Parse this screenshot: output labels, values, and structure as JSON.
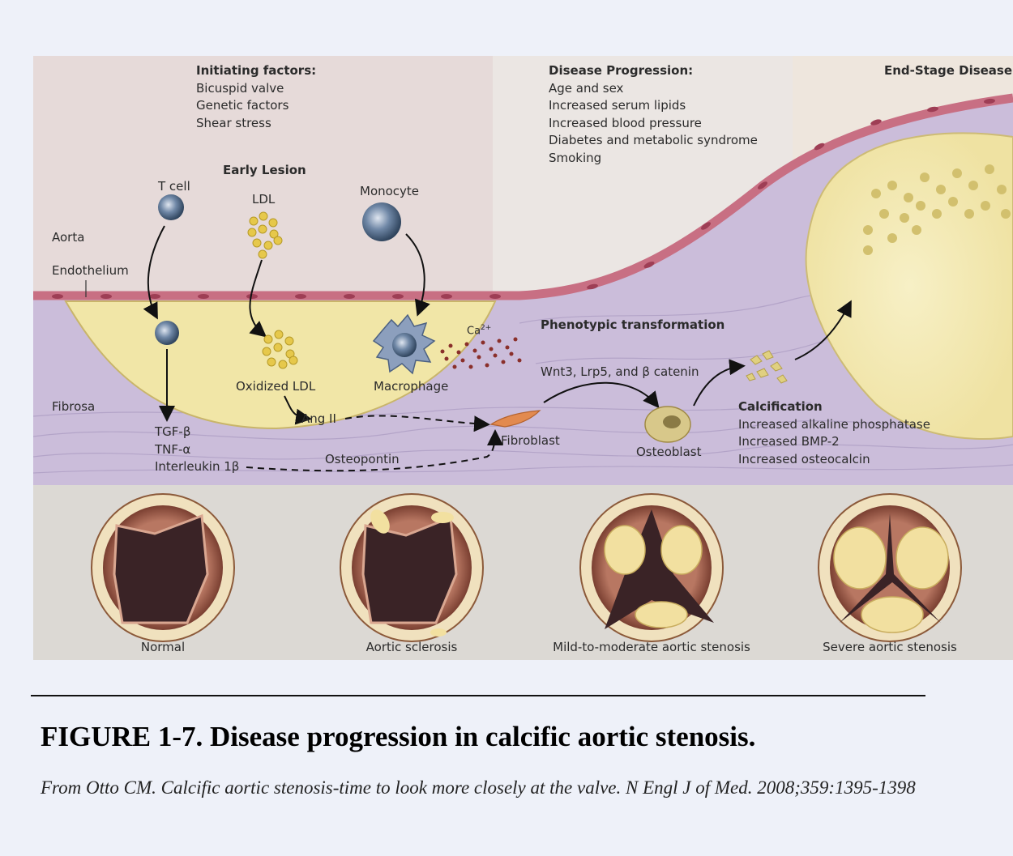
{
  "figure": {
    "initiating_factors": {
      "heading": "Initiating factors:",
      "items": [
        "Bicuspid valve",
        "Genetic factors",
        "Shear stress"
      ]
    },
    "disease_progression": {
      "heading": "Disease Progression:",
      "items": [
        "Age and sex",
        "Increased serum lipids",
        "Increased blood pressure",
        "Diabetes and metabolic syndrome",
        "Smoking"
      ]
    },
    "end_stage": "End-Stage Disease",
    "early_lesion": "Early Lesion",
    "labels": {
      "t_cell": "T cell",
      "ldl": "LDL",
      "monocyte": "Monocyte",
      "aorta": "Aorta",
      "endothelium": "Endothelium",
      "fibrosa": "Fibrosa",
      "oxidized_ldl": "Oxidized LDL",
      "macrophage": "Macrophage",
      "ca": "Ca",
      "ca_sup": "2+",
      "ang2": "Ang II",
      "osteopontin": "Osteopontin",
      "fibroblast": "Fibroblast",
      "osteoblast": "Osteoblast",
      "phenotypic": "Phenotypic transformation",
      "wnt": "Wnt3, Lrp5, and β catenin"
    },
    "cytokines": [
      "TGF-β",
      "TNF-α",
      "Interleukin 1β"
    ],
    "calcification": {
      "heading": "Calcification",
      "items": [
        "Increased alkaline phosphatase",
        "Increased BMP-2",
        "Increased osteocalcin"
      ]
    },
    "valves": [
      "Normal",
      "Aortic sclerosis",
      "Mild-to-moderate aortic stenosis",
      "Severe aortic stenosis"
    ]
  },
  "caption": {
    "title": "FIGURE 1-7. Disease progression in calcific aortic stenosis.",
    "source": "From Otto CM. Calcific aortic stenosis-time to look more closely at the valve. N Engl J of Med. 2008;359:1395-1398"
  }
}
